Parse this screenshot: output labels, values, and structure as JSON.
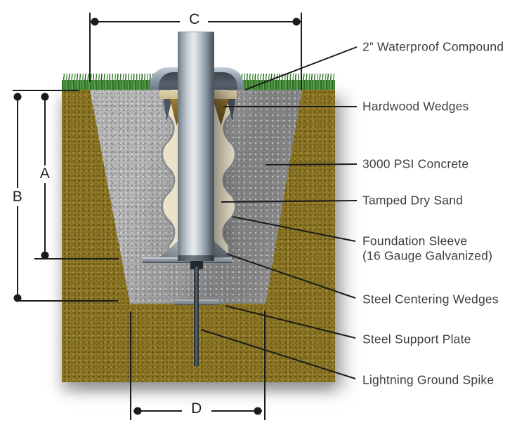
{
  "dimension_labels": {
    "a": "A",
    "b": "B",
    "c": "C",
    "d": "D"
  },
  "annotations": [
    "2” Waterproof Compound",
    "Hardwood Wedges",
    "3000 PSI Concrete",
    "Tamped Dry Sand",
    "Foundation Sleeve\n(16 Gauge Galvanized)",
    "Steel Centering Wedges",
    "Steel Support Plate",
    "Lightning Ground Spike"
  ],
  "materials": {
    "soil_color": "#8d7827",
    "grass_color": "#3f8536",
    "concrete_color": "#a3a3a3",
    "sand_color": "#ece2ca",
    "steel_color": "#8d969e",
    "hardwood_color": "#8a6a28",
    "line_color": "#1b1b1b",
    "label_text_color": "#3e3e3e"
  }
}
